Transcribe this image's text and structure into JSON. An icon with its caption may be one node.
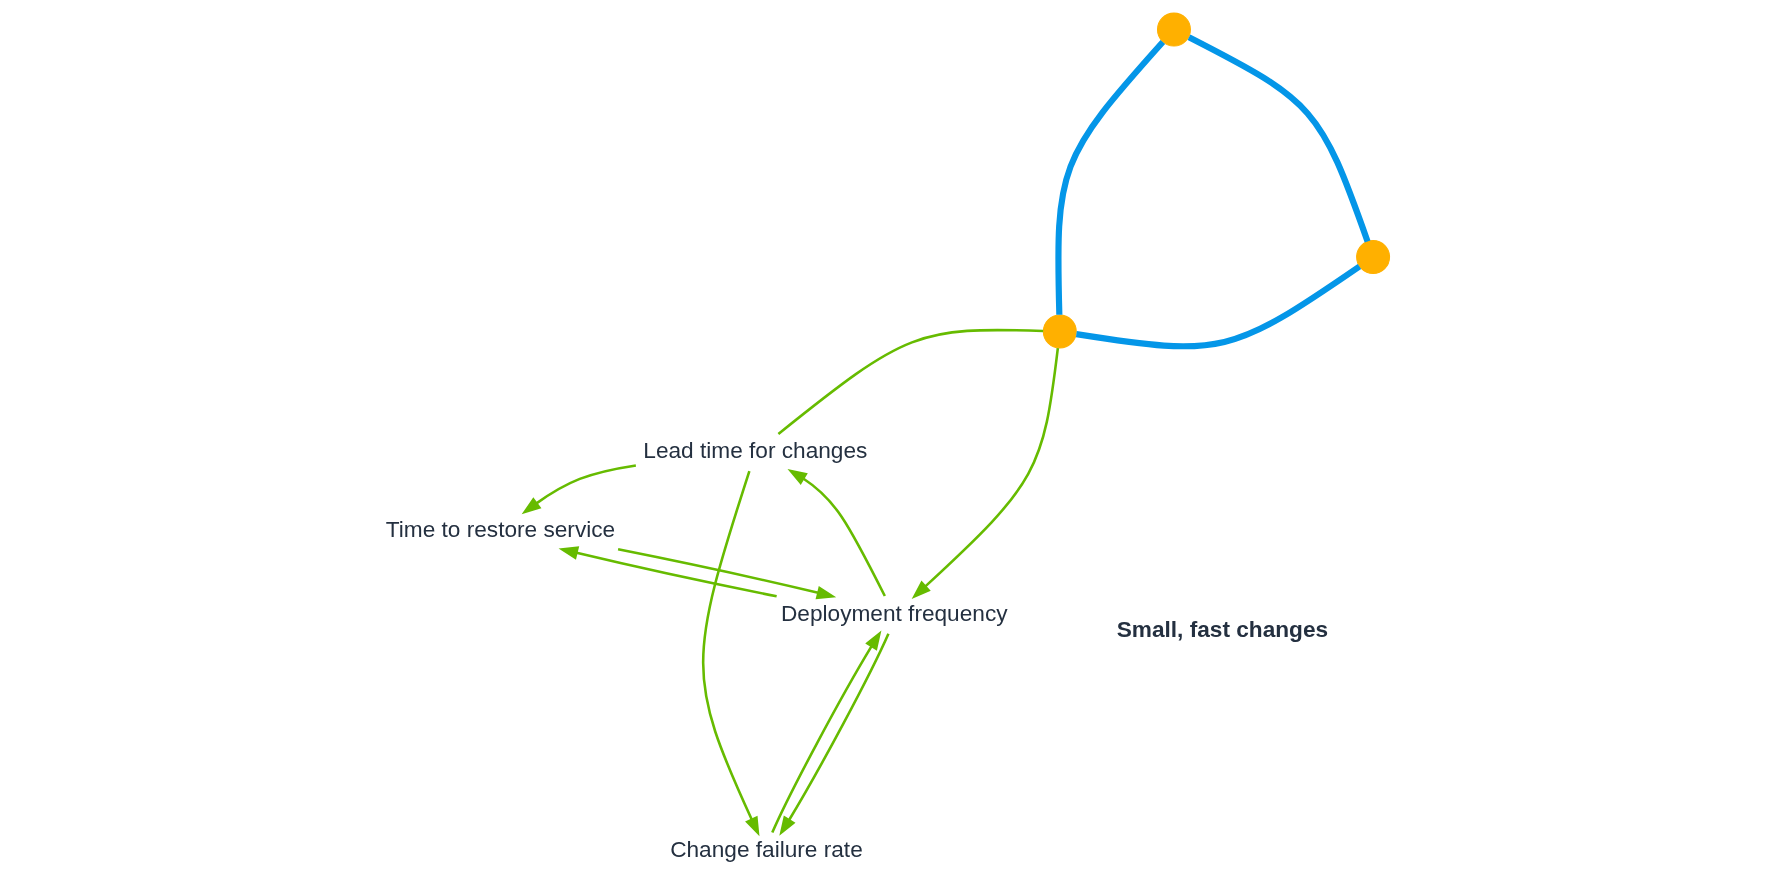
{
  "diagram": {
    "nodes": [
      {
        "text": [
          "Lead time for changes"
        ]
      },
      {
        "text": [
          "Deployment frequency"
        ]
      },
      {
        "text": [
          "Change failure rate"
        ]
      },
      {
        "text": [
          "Time to restore service"
        ]
      },
      {
        "text": [],
        "shape": "circle"
      },
      {
        "text": [],
        "shape": "circle"
      },
      {
        "text": [],
        "shape": "circle"
      }
    ],
    "edges": [
      {
        "from": 1,
        "to": 0,
        "arrow": "to"
      },
      {
        "from": 0,
        "to": 2,
        "arrow": "to"
      },
      {
        "from": 1,
        "to": 2,
        "arrow": "to"
      },
      {
        "from": 0,
        "to": 3,
        "arrow": "to"
      },
      {
        "from": 1,
        "to": 3,
        "arrow": "to"
      },
      {
        "from": 0,
        "to": 6,
        "arrow": "none"
      },
      {
        "from": 6,
        "to": 1,
        "arrow": "to"
      },
      {
        "from": 2,
        "to": 1,
        "arrow": "to"
      },
      {
        "from": 3,
        "to": 1,
        "arrow": "to"
      },
      {
        "from": 4,
        "to": 5,
        "arrow": "none",
        "style": "thick",
        "color": "#0496e8"
      },
      {
        "from": 5,
        "to": 6,
        "arrow": "none",
        "style": "thick",
        "color": "#0496e8"
      },
      {
        "from": 6,
        "to": 4,
        "arrow": "none",
        "style": "thick",
        "color": "#0496e8"
      }
    ],
    "labels": [
      "Small, fast changes"
    ]
  }
}
